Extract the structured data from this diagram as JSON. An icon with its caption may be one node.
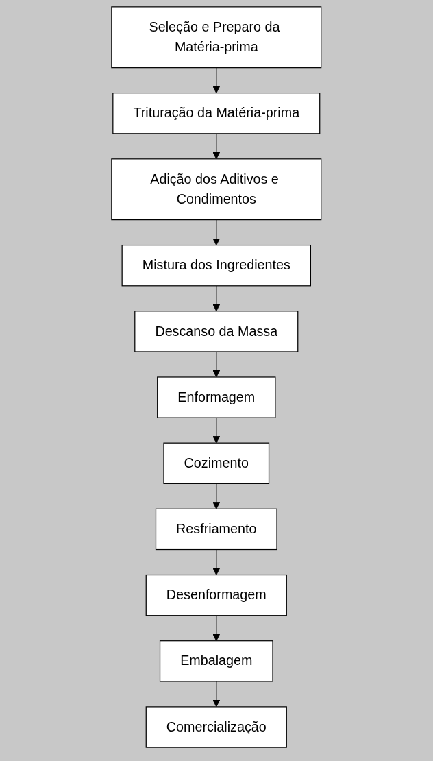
{
  "diagram": {
    "nodes": [
      {
        "text": [
          "Seleção e Preparo da Matéria-prima"
        ]
      },
      {
        "text": [
          "Trituração da Matéria-prima"
        ]
      },
      {
        "text": [
          "Adição dos Aditivos e Condimentos"
        ]
      },
      {
        "text": [
          "Mistura dos Ingredientes"
        ]
      },
      {
        "text": [
          "Descanso da Massa"
        ]
      },
      {
        "text": [
          "Enformagem"
        ]
      },
      {
        "text": [
          "Cozimento"
        ]
      },
      {
        "text": [
          "Resfriamento"
        ]
      },
      {
        "text": [
          "Desenformagem"
        ]
      },
      {
        "text": [
          "Embalagem"
        ]
      },
      {
        "text": [
          "Comercialização"
        ]
      }
    ],
    "edges": [
      {
        "from": 0,
        "to": 1,
        "arrow": "to"
      },
      {
        "from": 1,
        "to": 2,
        "arrow": "to"
      },
      {
        "from": 2,
        "to": 3,
        "arrow": "to"
      },
      {
        "from": 3,
        "to": 4,
        "arrow": "to"
      },
      {
        "from": 4,
        "to": 5,
        "arrow": "to"
      },
      {
        "from": 5,
        "to": 6,
        "arrow": "to"
      },
      {
        "from": 6,
        "to": 7,
        "arrow": "to"
      },
      {
        "from": 7,
        "to": 8,
        "arrow": "to"
      },
      {
        "from": 8,
        "to": 9,
        "arrow": "to"
      },
      {
        "from": 9,
        "to": 10,
        "arrow": "to"
      }
    ]
  }
}
